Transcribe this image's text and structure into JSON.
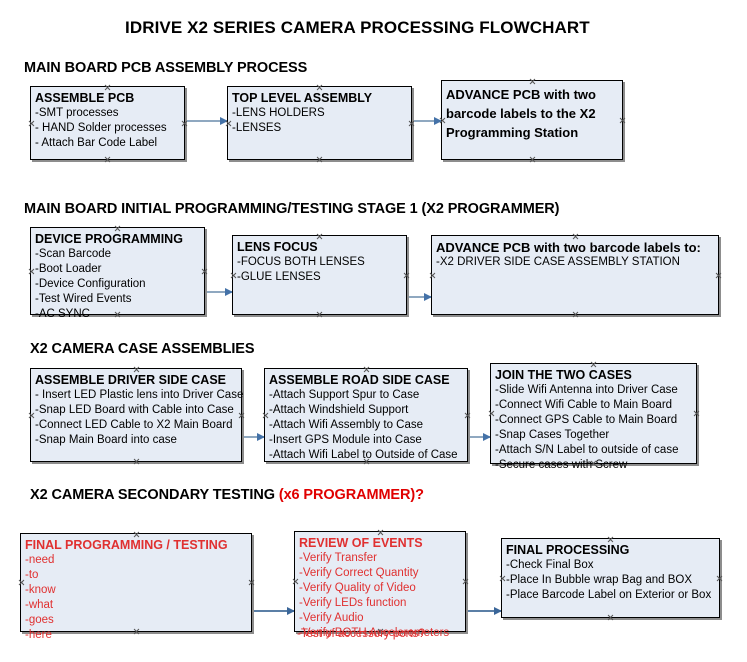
{
  "document": {
    "title": "IDRIVE X2  SERIES CAMERA PROCESSING FLOWCHART"
  },
  "sections": [
    {
      "id": "main-board-pcb-assembly",
      "heading": "MAIN BOARD PCB ASSEMBLY PROCESS",
      "heading_accent": "",
      "nodes": [
        {
          "id": "assemble-pcb",
          "title": "ASSEMBLE PCB",
          "lines": [
            "-SMT processes",
            "- HAND Solder processes",
            "- Attach Bar Code Label"
          ]
        },
        {
          "id": "top-level-assembly",
          "title": "TOP LEVEL ASSEMBLY",
          "lines": [
            "-LENS HOLDERS",
            "-LENSES"
          ]
        },
        {
          "id": "advance-pcb-x2-programming-station",
          "title": "ADVANCE PCB with two barcode labels to the  X2 Programming Station",
          "lines": []
        }
      ]
    },
    {
      "id": "main-board-initial-programming",
      "heading": "MAIN BOARD INITIAL PROGRAMMING/TESTING STAGE 1 (X2 PROGRAMMER)",
      "heading_accent": "",
      "nodes": [
        {
          "id": "device-programming",
          "title": "DEVICE PROGRAMMING",
          "lines": [
            "-Scan Barcode",
            "-Boot Loader",
            "-Device Configuration",
            "-Test Wired Events",
            "-AC SYNC"
          ]
        },
        {
          "id": "lens-focus",
          "title": "LENS FOCUS",
          "lines": [
            "-FOCUS BOTH LENSES",
            "-GLUE LENSES"
          ]
        },
        {
          "id": "advance-pcb-driver-side-case",
          "title": "ADVANCE PCB with two barcode labels to:",
          "lines": [
            "-X2 DRIVER  SIDE  CASE  ASSEMBLY STATION"
          ]
        }
      ]
    },
    {
      "id": "x2-camera-case-assemblies",
      "heading": "X2 CAMERA CASE ASSEMBLIES",
      "heading_accent": "",
      "nodes": [
        {
          "id": "assemble-driver-side-case",
          "title": "ASSEMBLE DRIVER SIDE CASE",
          "lines": [
            "- Insert LED Plastic lens into Driver Case",
            "-Snap LED Board with Cable into Case",
            "-Connect LED Cable to X2 Main Board",
            "-Snap Main Board into case"
          ]
        },
        {
          "id": "assemble-road-side-case",
          "title": "ASSEMBLE ROAD SIDE CASE",
          "lines": [
            "-Attach Support Spur to Case",
            "-Attach Windshield Support",
            "-Attach Wifi Assembly to Case",
            "-Insert GPS Module into Case",
            "-Attach Wifi Label to Outside of Case"
          ]
        },
        {
          "id": "join-the-two-cases",
          "title": "JOIN THE TWO CASES",
          "lines": [
            "-Slide Wifi Antenna into Driver Case",
            "-Connect Wifi Cable to Main Board",
            "-Connect GPS Cable to Main Board",
            "-Snap Cases Together",
            "-Attach S/N Label to outside of case",
            "-Secure cases with Screw"
          ]
        }
      ]
    },
    {
      "id": "x2-camera-secondary-testing",
      "heading": "X2 CAMERA SECONDARY TESTING ",
      "heading_accent": "(x6 PROGRAMMER)?",
      "nodes": [
        {
          "id": "final-programming-testing",
          "title": "FINAL PROGRAMMING / TESTING",
          "lines": [
            "-need",
            "-to",
            "-know",
            "-what",
            "-goes",
            "-here"
          ]
        },
        {
          "id": "review-of-events",
          "title": "REVIEW OF EVENTS",
          "lines": [
            "-Verify Transfer",
            "-Verify Correct Quantity",
            "-Verify Quality of Video",
            "-Verify LEDs function",
            "-Verify Audio",
            "-Verify BOTH Accelerometers"
          ],
          "overflow_line": "-Test of accessory ports?"
        },
        {
          "id": "final-processing",
          "title": "FINAL PROCESSING",
          "lines": [
            " -Check Final Box",
            "-Place In Bubble wrap Bag and BOX",
            "-Place Barcode Label on Exterior or Box"
          ]
        }
      ]
    }
  ],
  "colors": {
    "box_fill": "#e6ecf5",
    "box_border": "#000000",
    "accent_red": "#e03030",
    "connector": "#8fa8c0",
    "arrow": "#4472a8"
  }
}
